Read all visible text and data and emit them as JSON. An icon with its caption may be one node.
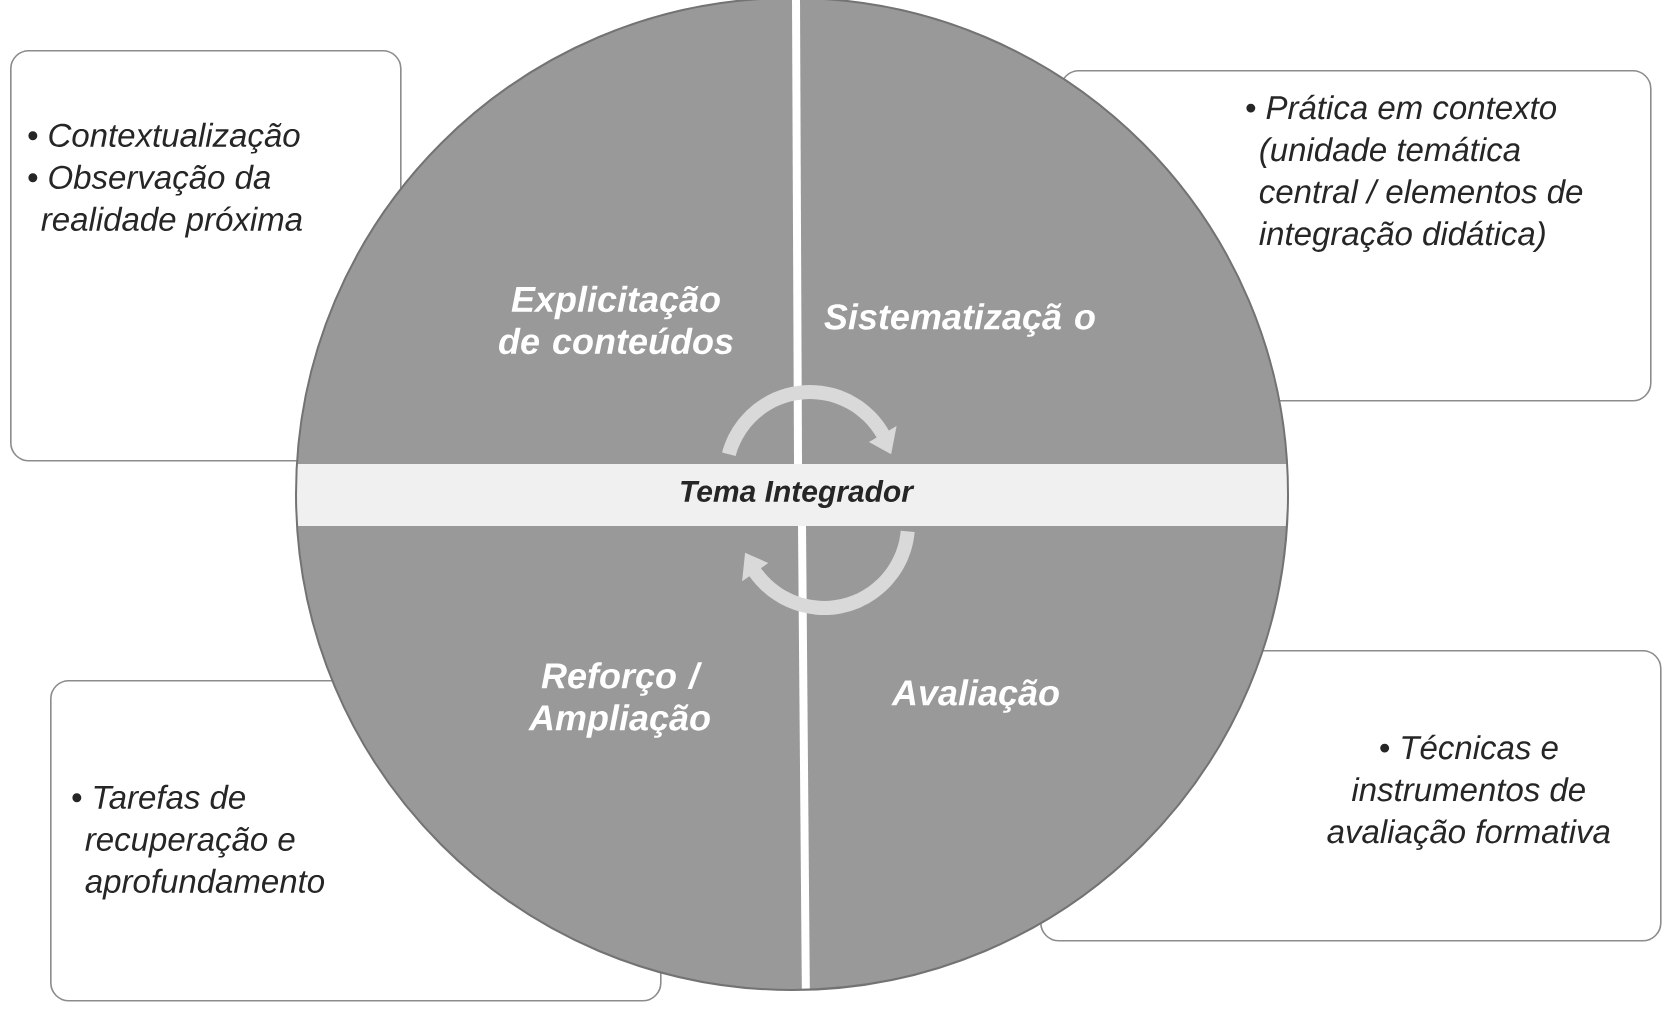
{
  "diagram": {
    "nodes": [
      {
        "text": [
          "• Contextualização",
          "• Observação da realidade próxima"
        ]
      },
      {
        "text": [
          "• Prática em contexto (unidade temática central / elementos de integração didática)"
        ]
      },
      {
        "text": [
          "Explicitação de conteúdos"
        ]
      },
      {
        "text": [
          "Sistematizaçã o"
        ]
      },
      {
        "text": [
          "Tema Integrador"
        ]
      },
      {
        "text": [
          "Reforço / Ampliação"
        ]
      },
      {
        "text": [
          "Avaliação"
        ]
      },
      {
        "text": [
          "• Tarefas de recuperação e aprofundamento"
        ]
      },
      {
        "text": [
          "• Técnicas e instrumentos de avaliação formativa"
        ]
      }
    ]
  }
}
